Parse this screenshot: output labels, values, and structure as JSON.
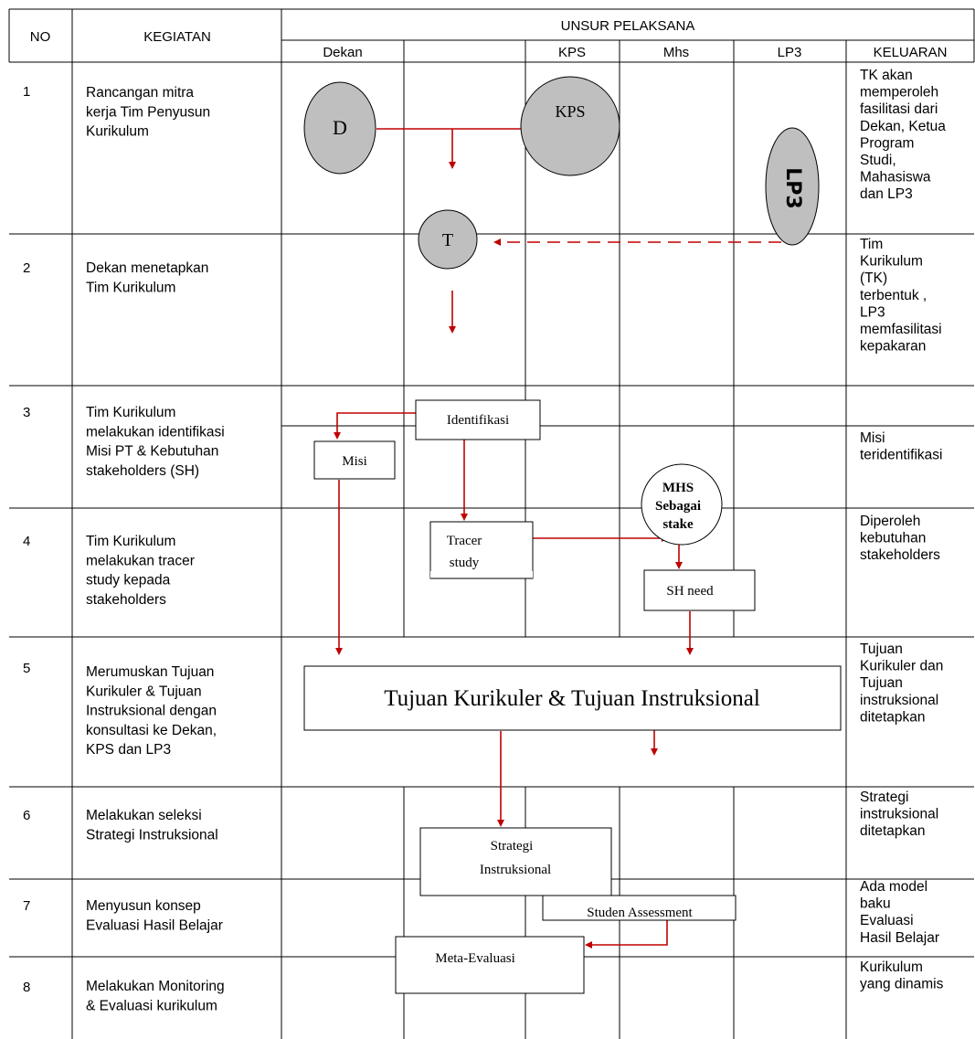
{
  "header": {
    "no": "NO",
    "kegiatan": "KEGIATAN",
    "unsur_pelaksana": "UNSUR PELAKSANA",
    "columns": [
      "Dekan",
      "",
      "KPS",
      "Mhs",
      "LP3",
      "KELUARAN"
    ]
  },
  "rows": [
    {
      "no": "1",
      "kegiatan": [
        "Rancangan mitra",
        "kerja Tim Penyusun",
        "Kurikulum"
      ],
      "keluaran": [
        "TK akan",
        "memperoleh",
        "fasilitasi dari",
        "Dekan, Ketua",
        "Program",
        "Studi,",
        "Mahasiswa",
        "dan LP3"
      ]
    },
    {
      "no": "2",
      "kegiatan": [
        "Dekan menetapkan",
        "Tim Kurikulum"
      ],
      "keluaran": [
        "Tim",
        "Kurikulum",
        "(TK)",
        "terbentuk ,",
        "LP3",
        "memfasilitasi",
        "kepakaran"
      ]
    },
    {
      "no": "3",
      "kegiatan": [
        "Tim Kurikulum",
        "melakukan identifikasi",
        "Misi PT & Kebutuhan",
        "stakeholders (SH)"
      ],
      "keluaran": [
        "Misi",
        "teridentifikasi"
      ]
    },
    {
      "no": "4",
      "kegiatan": [
        "Tim Kurikulum",
        "melakukan tracer",
        "study kepada",
        "stakeholders"
      ],
      "keluaran": [
        "Diperoleh",
        "kebutuhan",
        "stakeholders"
      ]
    },
    {
      "no": "5",
      "kegiatan": [
        "Merumuskan Tujuan",
        "Kurikuler & Tujuan",
        "Instruksional dengan",
        "konsultasi ke Dekan,",
        "KPS dan LP3"
      ],
      "keluaran": [
        "Tujuan",
        "Kurikuler dan",
        "Tujuan",
        "instruksional",
        "ditetapkan"
      ]
    },
    {
      "no": "6",
      "kegiatan": [
        "Melakukan seleksi",
        "Strategi Instruksional"
      ],
      "keluaran": [
        "Strategi",
        "instruksional",
        "ditetapkan"
      ]
    },
    {
      "no": "7",
      "kegiatan": [
        "Menyusun konsep",
        "Evaluasi Hasil Belajar"
      ],
      "keluaran": [
        "Ada model",
        "baku",
        "Evaluasi",
        "Hasil Belajar"
      ]
    },
    {
      "no": "8",
      "kegiatan": [
        "Melakukan Monitoring",
        "& Evaluasi kurikulum"
      ],
      "keluaran": [
        "Kurikulum",
        "yang dinamis"
      ]
    }
  ],
  "nodes": {
    "dekan": "D",
    "kps": "KPS",
    "lp3": "LP3",
    "tim": "T",
    "identifikasi": "Identifikasi",
    "misi": "Misi",
    "tracer": [
      "Tracer",
      "study"
    ],
    "mhs": [
      "MHS",
      "Sebagai",
      "stake"
    ],
    "sh_need": "SH need",
    "tujuan": "Tujuan Kurikuler & Tujuan Instruksional",
    "strategi": [
      "Strategi",
      "Instruksional"
    ],
    "studen_assessment": "Studen Assessment",
    "meta_evaluasi": "Meta-Evaluasi"
  },
  "colors": {
    "arrow": "#c00000",
    "node_fill": "#bfbfbf",
    "line": "#000000"
  }
}
